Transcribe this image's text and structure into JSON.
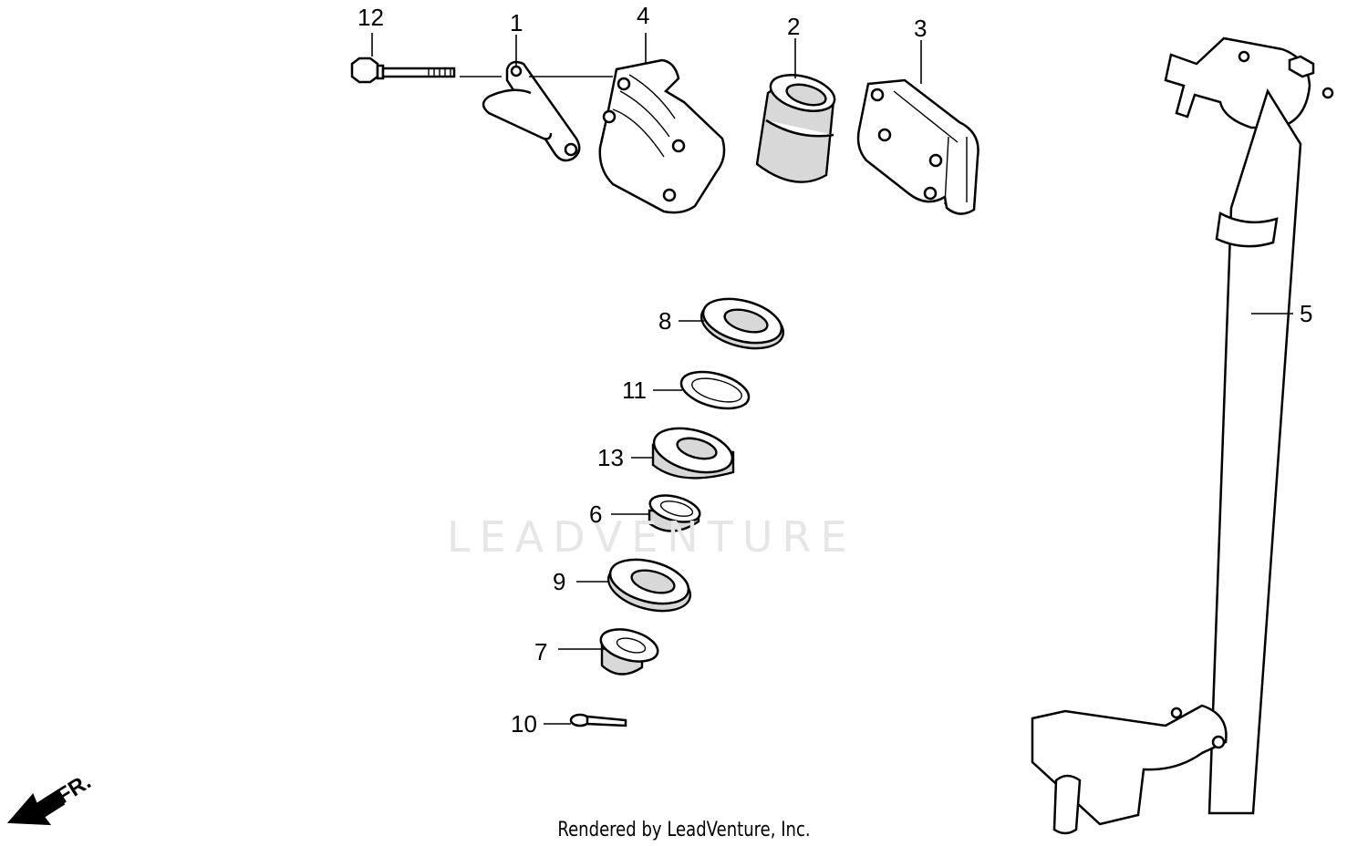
{
  "diagram": {
    "callouts": [
      {
        "id": "12",
        "label": "12"
      },
      {
        "id": "1",
        "label": "1"
      },
      {
        "id": "4",
        "label": "4"
      },
      {
        "id": "2",
        "label": "2"
      },
      {
        "id": "3",
        "label": "3"
      },
      {
        "id": "5",
        "label": "5"
      },
      {
        "id": "8",
        "label": "8"
      },
      {
        "id": "11",
        "label": "11"
      },
      {
        "id": "13",
        "label": "13"
      },
      {
        "id": "6",
        "label": "6"
      },
      {
        "id": "9",
        "label": "9"
      },
      {
        "id": "7",
        "label": "7"
      },
      {
        "id": "10",
        "label": "10"
      }
    ],
    "watermark": "LEADVENTURE",
    "direction_label": "FR.",
    "footer": "Rendered by LeadVenture, Inc."
  }
}
